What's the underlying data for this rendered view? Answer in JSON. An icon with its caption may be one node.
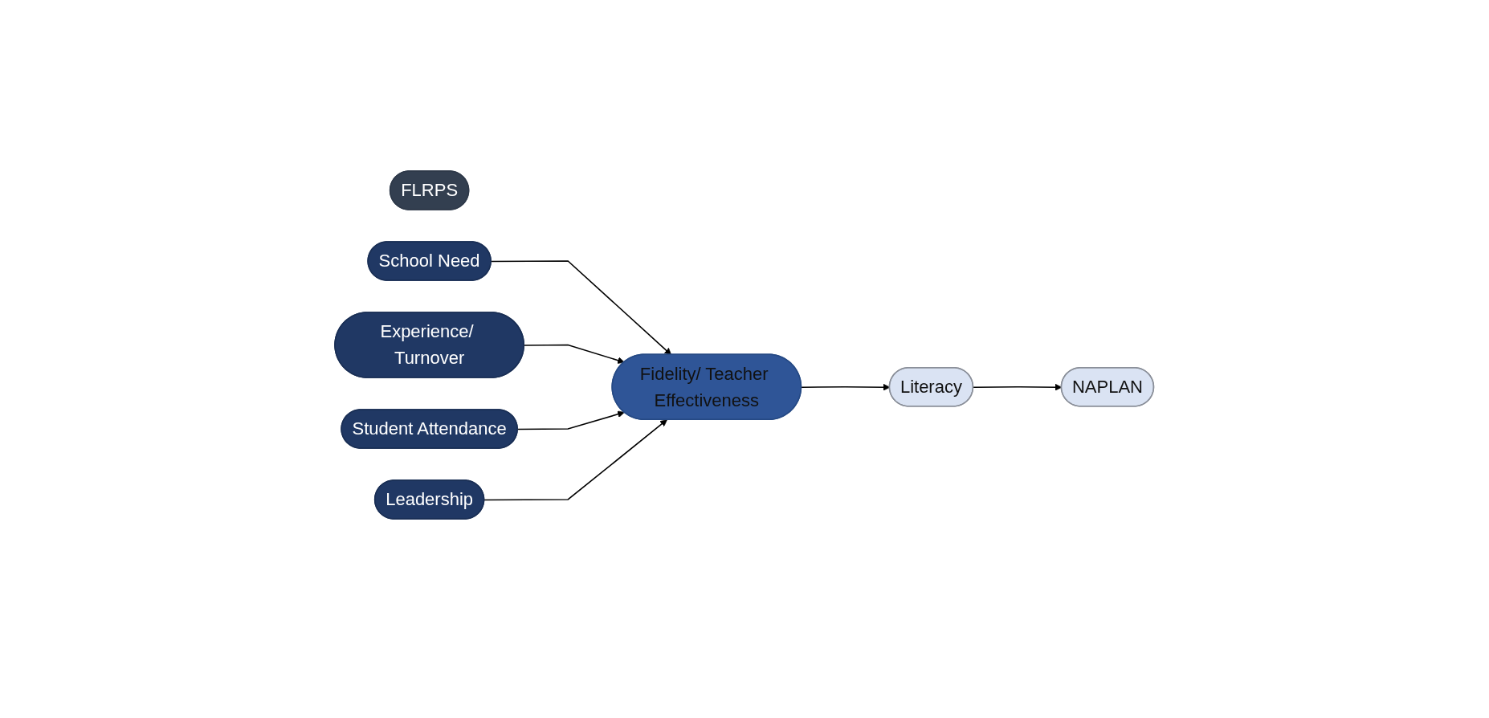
{
  "diagram": {
    "nodes": [
      {
        "text": [
          "FLRPS"
        ]
      },
      {
        "text": [
          "School Need"
        ]
      },
      {
        "text": [
          "Experience/ Turnover"
        ]
      },
      {
        "text": [
          "Student Attendance"
        ]
      },
      {
        "text": [
          "Leadership"
        ]
      },
      {
        "text": [
          "Fidelity/ Teacher Effectiveness"
        ]
      },
      {
        "text": [
          "Literacy"
        ]
      },
      {
        "text": [
          "NAPLAN"
        ]
      }
    ],
    "edges": [
      {
        "from": 1,
        "to": 5,
        "arrow": "to"
      },
      {
        "from": 2,
        "to": 5,
        "arrow": "to"
      },
      {
        "from": 3,
        "to": 5,
        "arrow": "to"
      },
      {
        "from": 4,
        "to": 5,
        "arrow": "to"
      },
      {
        "from": 5,
        "to": 6,
        "arrow": "to"
      },
      {
        "from": 6,
        "to": 7,
        "arrow": "to"
      }
    ]
  }
}
